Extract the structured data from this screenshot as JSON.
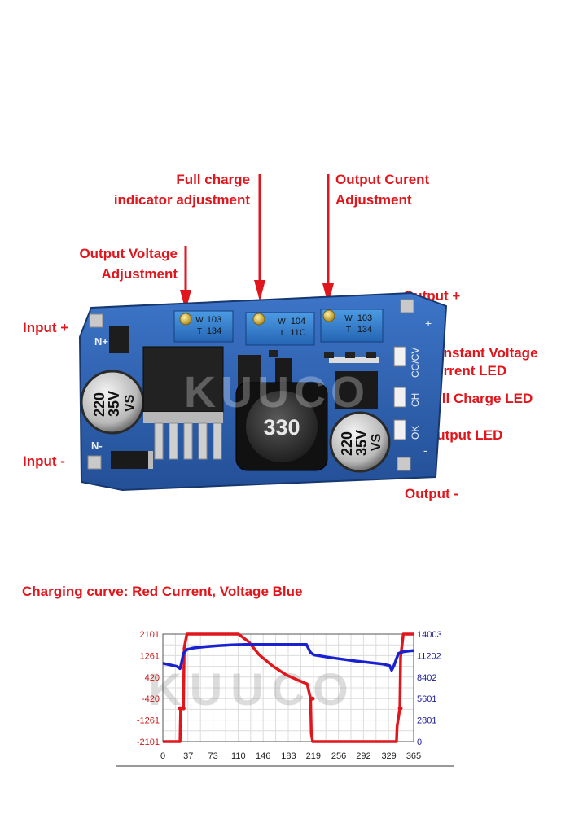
{
  "annotations": {
    "full_charge_line1": "Full charge",
    "full_charge_line2": "indicator adjustment",
    "output_current_line1": "Output Curent",
    "output_current_line2": "Adjustment",
    "output_voltage_line1": "Output Voltage",
    "output_voltage_line2": "Adjustment",
    "output_plus": "Output +",
    "input_plus": "Input +",
    "input_minus": "Input -",
    "output_minus": "Output -",
    "cc_cv_line1": "Constant Voltage",
    "cc_cv_line2": "Current LED",
    "full_charge_led": "Full Charge LED",
    "output_led": "Output LED"
  },
  "board": {
    "pot1": {
      "top": "103",
      "bottom": "134",
      "side_left": "W",
      "side_right": "T"
    },
    "pot2": {
      "top": "104",
      "bottom": "11C",
      "side_left": "W",
      "side_right": "T"
    },
    "pot3": {
      "top": "103",
      "bottom": "134",
      "side_left": "W",
      "side_right": "T"
    },
    "cap_left": {
      "line1": "220",
      "line2": "35V",
      "line3": "VS"
    },
    "cap_right": {
      "line1": "220",
      "line2": "35V",
      "line3": "VS"
    },
    "inductor": "330",
    "silk_in_plus": "N+",
    "silk_in_minus": "N-",
    "silk_cc_cv": "CC/CV",
    "silk_ch": "CH",
    "silk_ok": "OK",
    "silk_out_plus": "+",
    "silk_out_minus": "-",
    "watermark": "KUUCO",
    "colors": {
      "pcb": "#2d63b8",
      "pot": "#2f7fd0",
      "accent": "#e0161c"
    }
  },
  "caption": "Charging curve: Red Current, Voltage Blue",
  "chart_data": {
    "type": "line",
    "title": "",
    "xlabel": "",
    "ylabel": "",
    "x_ticks": [
      0,
      37,
      73,
      110,
      146,
      183,
      219,
      256,
      292,
      329,
      365
    ],
    "xlim": [
      0,
      365
    ],
    "y_left_ticks": [
      2101,
      1261,
      420,
      -420,
      -1261,
      -2101
    ],
    "y_left_lim": [
      -2101,
      2101
    ],
    "y_right_ticks": [
      14003,
      11202,
      8402,
      5601,
      2801,
      0
    ],
    "y_right_lim": [
      0,
      14003
    ],
    "grid": true,
    "watermark": "KUUCO",
    "series": [
      {
        "axis": "left",
        "color": "#e0161c",
        "x": [
          0,
          10,
          20,
          25,
          26,
          30,
          31,
          35,
          60,
          90,
          110,
          125,
          140,
          160,
          180,
          200,
          210,
          215,
          216,
          218,
          219,
          240,
          270,
          300,
          320,
          340,
          341,
          345,
          346,
          350,
          360,
          365
        ],
        "y": [
          -2101,
          -2101,
          -2101,
          -2101,
          -800,
          -800,
          1550,
          2101,
          2101,
          2101,
          2101,
          1800,
          1300,
          850,
          500,
          260,
          150,
          -420,
          -1800,
          -2101,
          -2101,
          -2101,
          -2101,
          -2101,
          -2101,
          -2101,
          -1500,
          -800,
          1200,
          2101,
          2101,
          2101
        ]
      },
      {
        "axis": "right",
        "color": "#1a22d0",
        "x": [
          0,
          10,
          20,
          25,
          27,
          30,
          35,
          45,
          60,
          80,
          100,
          120,
          140,
          160,
          180,
          200,
          209,
          212,
          215,
          220,
          240,
          260,
          280,
          300,
          320,
          330,
          333,
          336,
          340,
          343,
          346,
          350,
          358,
          365
        ],
        "y": [
          10200,
          10000,
          9800,
          9500,
          10200,
          11500,
          12000,
          12200,
          12350,
          12500,
          12600,
          12650,
          12650,
          12650,
          12650,
          12650,
          12650,
          12100,
          11600,
          11300,
          11000,
          10750,
          10500,
          10300,
          10100,
          9900,
          9300,
          9800,
          10800,
          11500,
          11600,
          11700,
          11800,
          11850
        ]
      }
    ]
  }
}
